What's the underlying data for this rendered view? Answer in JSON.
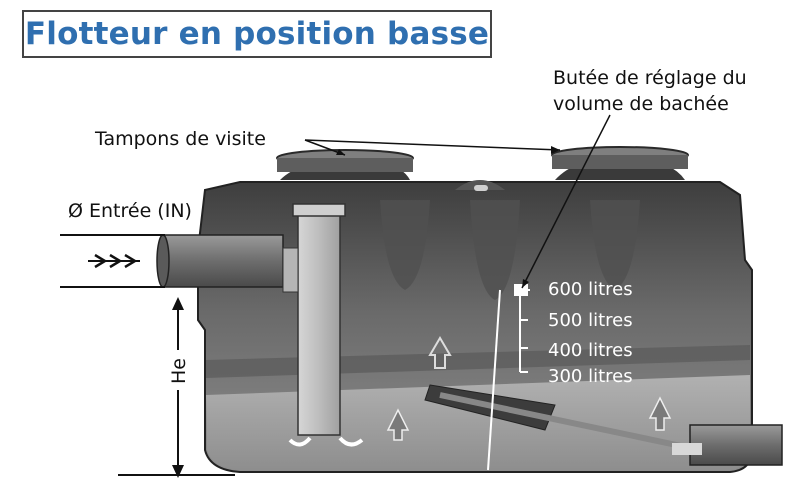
{
  "title": "Flotteur en position basse",
  "labels": {
    "tampons": "Tampons de visite",
    "butee_line1": "Butée de réglage du",
    "butee_line2": "volume de bachée",
    "entree": "Ø Entrée (IN)",
    "he": "He"
  },
  "volumes": [
    "600 litres",
    "500 litres",
    "400 litres",
    "300 litres"
  ],
  "colors": {
    "title_blue": "#2f6fb0",
    "tank_dark": "#4a4a4a",
    "tank_mid": "#7b7b7b",
    "tank_light": "#a9a9a9",
    "text": "#111111"
  }
}
